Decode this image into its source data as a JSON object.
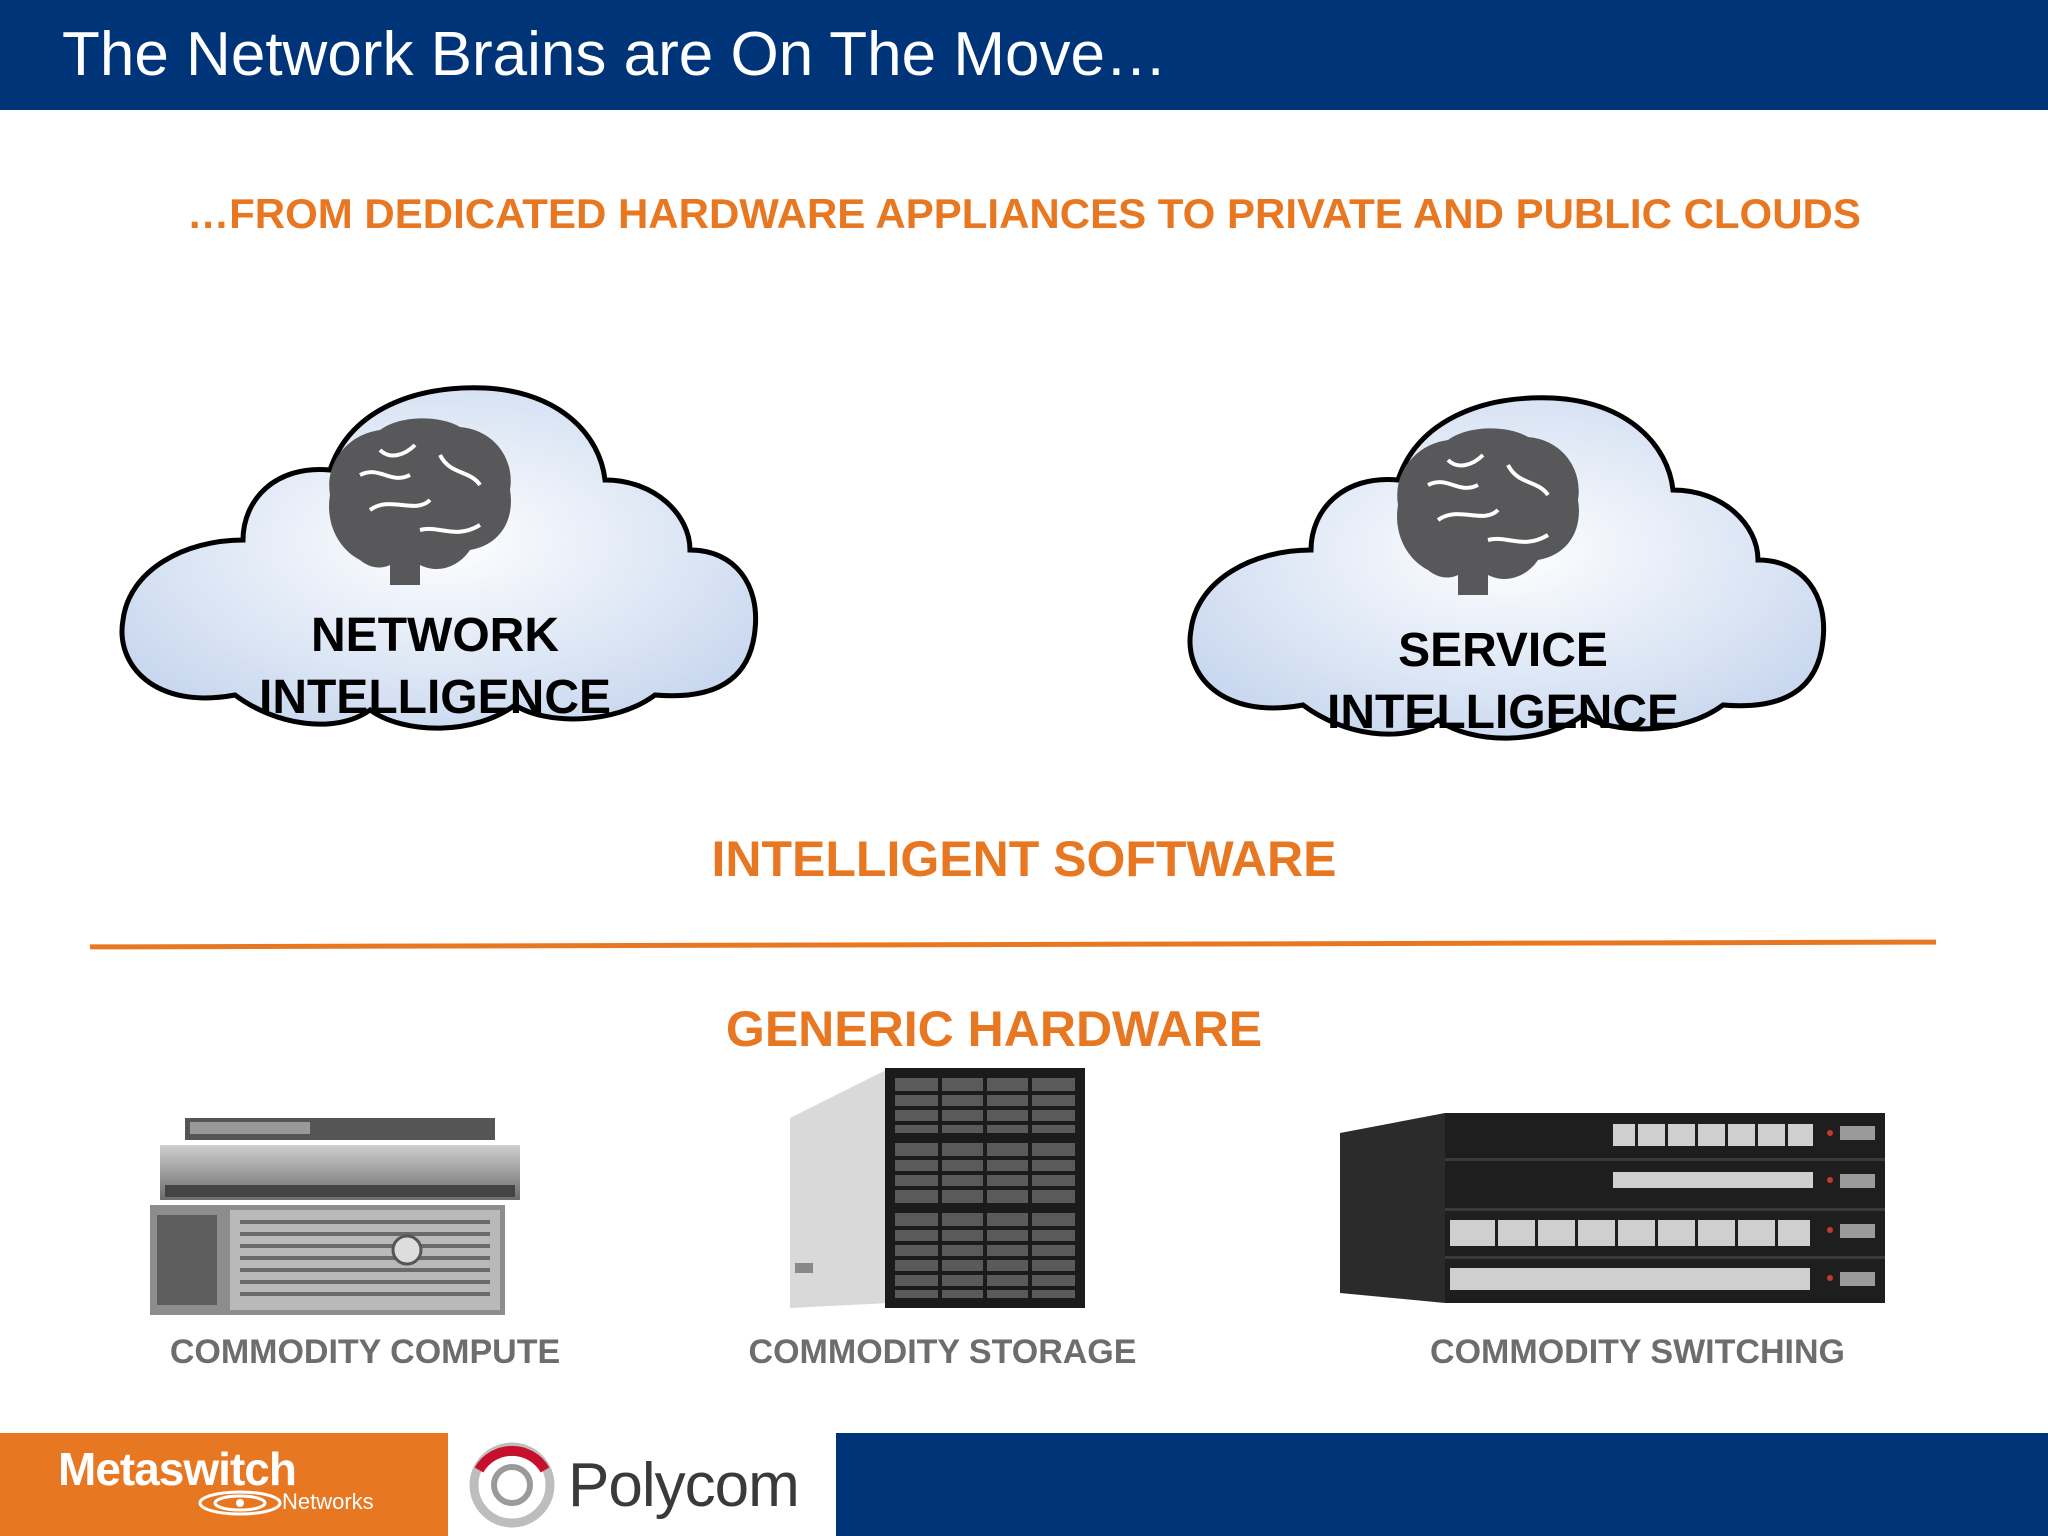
{
  "header": {
    "title": "The Network Brains are On The Move…"
  },
  "subtitle": "…FROM DEDICATED HARDWARE APPLIANCES TO PRIVATE AND PUBLIC CLOUDS",
  "clouds": [
    {
      "line1": "NETWORK",
      "line2": "INTELLIGENCE",
      "icon": "brain-icon"
    },
    {
      "line1": "SERVICE",
      "line2": "INTELLIGENCE",
      "icon": "brain-icon"
    }
  ],
  "software_heading": "INTELLIGENT SOFTWARE",
  "hardware_heading": "GENERIC HARDWARE",
  "hardware": [
    {
      "label": "COMMODITY COMPUTE",
      "icon": "server-stack-icon"
    },
    {
      "label": "COMMODITY STORAGE",
      "icon": "storage-array-icon"
    },
    {
      "label": "COMMODITY SWITCHING",
      "icon": "network-switch-icon"
    }
  ],
  "footer": {
    "logo1_name": "Metaswitch",
    "logo1_sub": "Networks",
    "logo2_name": "Polycom"
  },
  "colors": {
    "brand_blue": "#003478",
    "accent_orange": "#e87722",
    "label_gray": "#6d6d6d"
  }
}
